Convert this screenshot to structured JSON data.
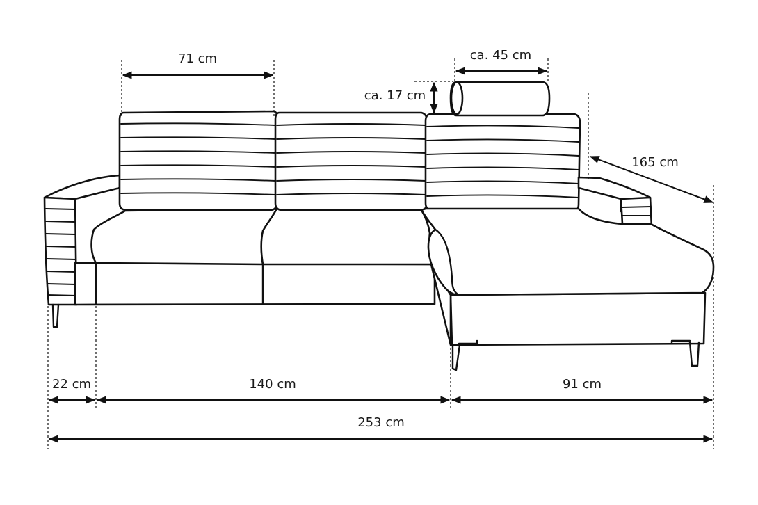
{
  "dimensions": {
    "seat_cushion_width": "71 cm",
    "headrest_width": "ca. 45 cm",
    "headrest_height": "ca. 17 cm",
    "chaise_depth": "165 cm",
    "armrest_width": "22 cm",
    "middle_section_width": "140 cm",
    "chaise_width": "91 cm",
    "total_width": "253 cm"
  },
  "colors": {
    "line": "#111111",
    "background": "#ffffff"
  }
}
